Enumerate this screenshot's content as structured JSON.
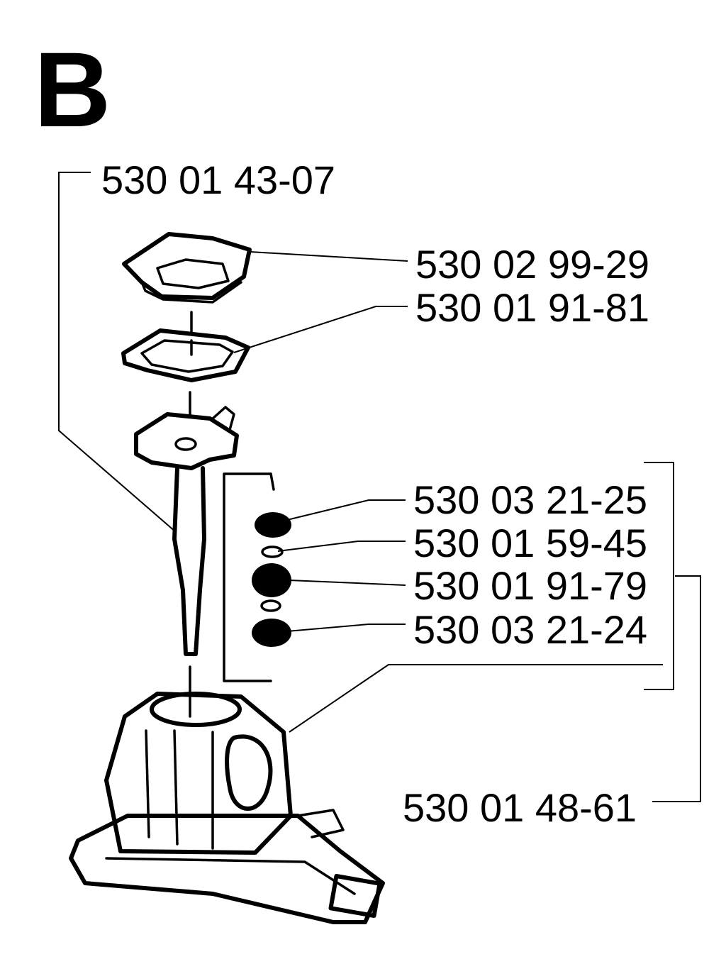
{
  "section_letter": "B",
  "parts": [
    {
      "id": "p1",
      "number": "530 01 43-07"
    },
    {
      "id": "p2",
      "number": "530 02 99-29"
    },
    {
      "id": "p3",
      "number": "530 01 91-81"
    },
    {
      "id": "p4",
      "number": "530 03 21-25"
    },
    {
      "id": "p5",
      "number": "530 01 59-45"
    },
    {
      "id": "p6",
      "number": "530 01 91-79"
    },
    {
      "id": "p7",
      "number": "530 03 21-24"
    },
    {
      "id": "p8",
      "number": "530 01 48-61"
    }
  ]
}
